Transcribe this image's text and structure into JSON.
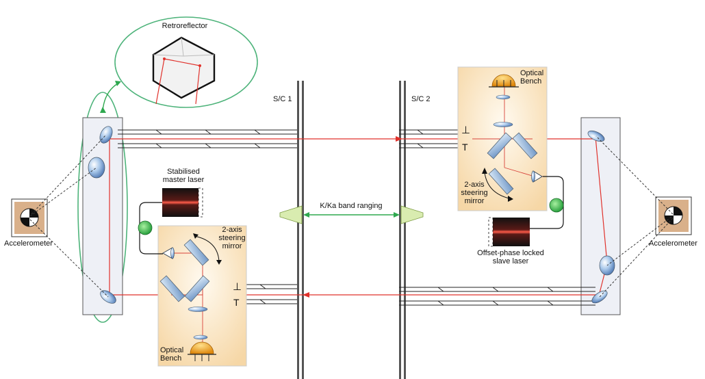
{
  "labels": {
    "retroreflector": "Retroreflector",
    "sc1": "S/C 1",
    "sc2": "S/C 2",
    "optical_bench": [
      "Optical",
      "Bench"
    ],
    "optical_bench_2": [
      "Optical",
      "Bench"
    ],
    "stabilised_laser": [
      "Stabilised",
      "master laser"
    ],
    "steering_mirror": [
      "2-axis",
      "steering",
      "mirror"
    ],
    "steering_mirror_2": [
      "2-axis",
      "steering",
      "mirror"
    ],
    "ranging": "K/Ka band ranging",
    "slave_laser": [
      "Offset-phase locked",
      "slave laser"
    ],
    "accelerometer": "Accelerometer",
    "accelerometer_2": "Accelerometer",
    "perp": "⊥",
    "tee": "T"
  },
  "colors": {
    "laser_beam": "#e0312b",
    "ranging_link": "#2fa84f",
    "optical_bench_bg": "#fbe7c6",
    "highlight_outline": "#4db37a",
    "component_blue": "#8fb4da",
    "spacecraft_panel": "#eef0f6",
    "accelerometer_bg": "#d9b08a",
    "ranging_antenna": "#d9ecb0",
    "detector_orange": "#f0a020"
  }
}
